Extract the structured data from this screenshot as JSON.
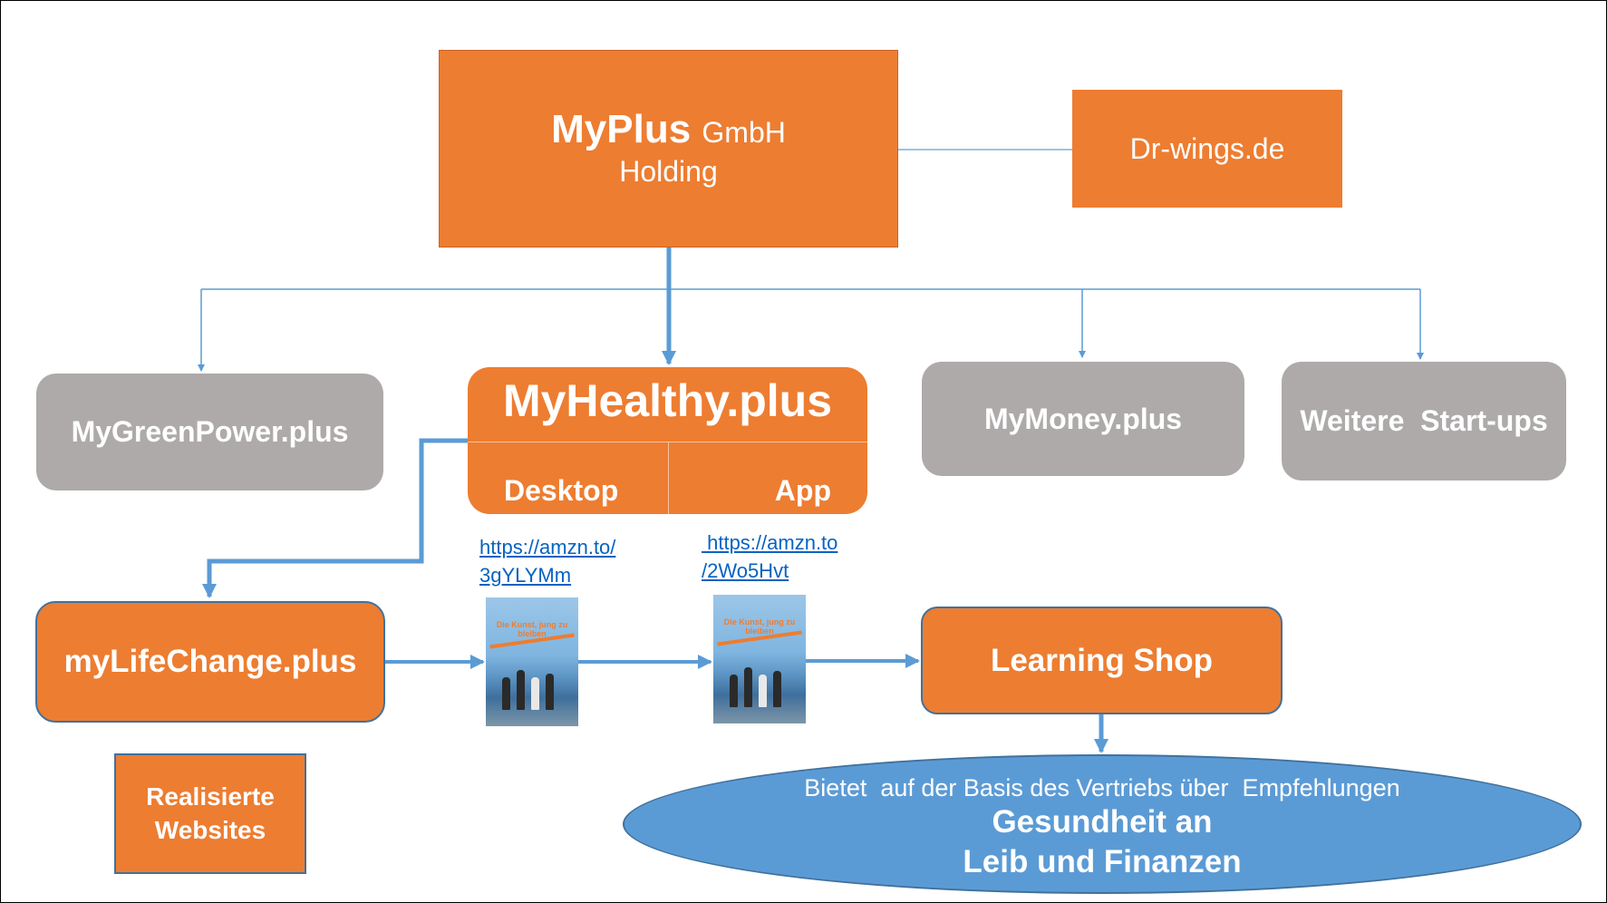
{
  "holding": {
    "name": "MyPlus",
    "suffix": "GmbH",
    "type": "Holding"
  },
  "partner": {
    "label": "Dr-wings.de"
  },
  "ventures": {
    "greenpower": "MyGreenPower.plus",
    "healthy": {
      "title": "MyHealthy.plus",
      "desktop": "Desktop",
      "app": "App"
    },
    "money": "MyMoney.plus",
    "startups": "Weitere  Start-ups"
  },
  "lifechange": "myLifeChange.plus",
  "realized": {
    "line1": "Realisierte",
    "line2": "Websites"
  },
  "links": [
    {
      "line1": "https://amzn.to/",
      "line2": "3gYLYMm"
    },
    {
      "line1": " https://amzn.to",
      "line2": "/2Wo5Hvt"
    }
  ],
  "books": [
    {
      "title": "Die Kunst, jung zu bleiben"
    },
    {
      "title": "Die Kunst, jung zu bleiben"
    }
  ],
  "learning_shop": "Learning Shop",
  "ellipse": {
    "line1": "Bietet  auf der Basis des Vertriebs über  Empfehlungen",
    "line2": "Gesundheit an",
    "line3": "Leib und Finanzen"
  },
  "colors": {
    "orange": "#ED7D31",
    "grey": "#AEAAAA",
    "blue": "#5B9BD5",
    "line": "#5B9BD5",
    "link": "#0563C1"
  }
}
